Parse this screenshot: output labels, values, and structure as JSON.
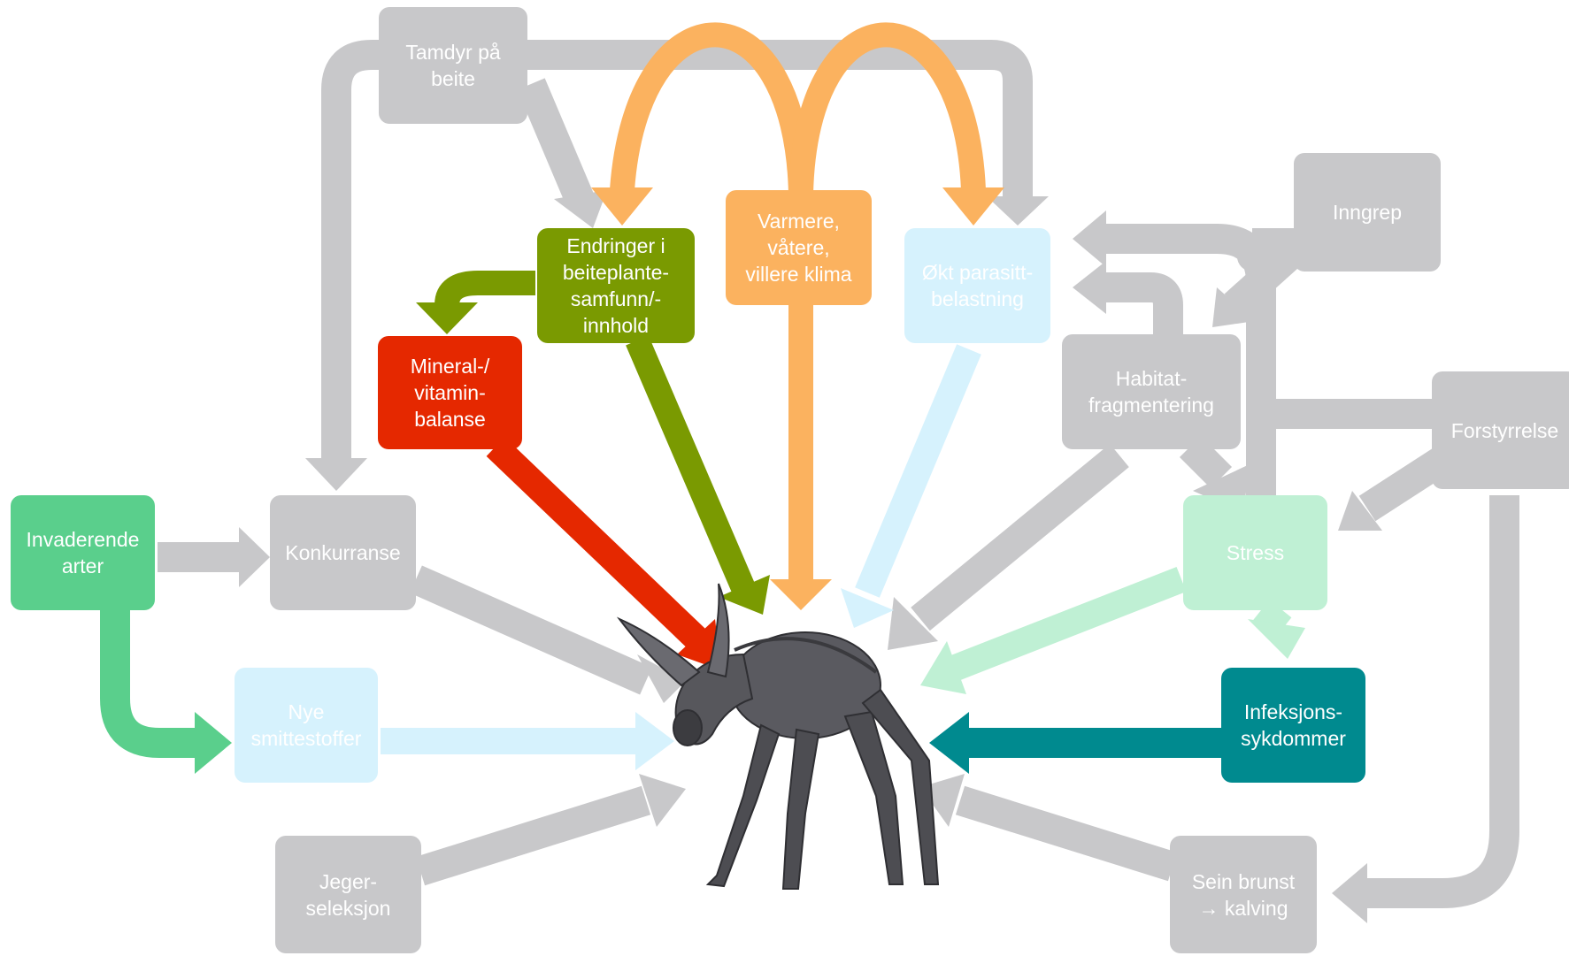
{
  "colors": {
    "gray": "#c8c8ca",
    "gray_text": "#ffffff",
    "orange": "#fbb25f",
    "olive": "#7a9a01",
    "red": "#e52800",
    "green": "#5acf8c",
    "mint": "#bff0d4",
    "light_blue": "#d6f2fd",
    "teal": "#008a8f"
  },
  "nodes": {
    "tamdyr": "Tamdyr på\nbeite",
    "endringer": "Endringer i\nbeiteplante-\nsamfunn/-\ninnhold",
    "varmere": "Varmere,\nvåtere,\nvillere klima",
    "okt": "Økt parasitt-\nbelastning",
    "inngrep": "Inngrep",
    "mineral": "Mineral-/\nvitamin-\nbalanse",
    "habitat": "Habitat-\nfragmentering",
    "forstyrrelse": "Forstyrrelse",
    "invaderende": "Invaderende\narter",
    "konkurranse": "Konkurranse",
    "stress": "Stress",
    "nye": "Nye\nsmittestoffer",
    "infeksjon": "Infeksjons-\nsykdommer",
    "jeger": "Jeger-\nseleksjon",
    "sein": "Sein brunst\n→ kalving"
  }
}
